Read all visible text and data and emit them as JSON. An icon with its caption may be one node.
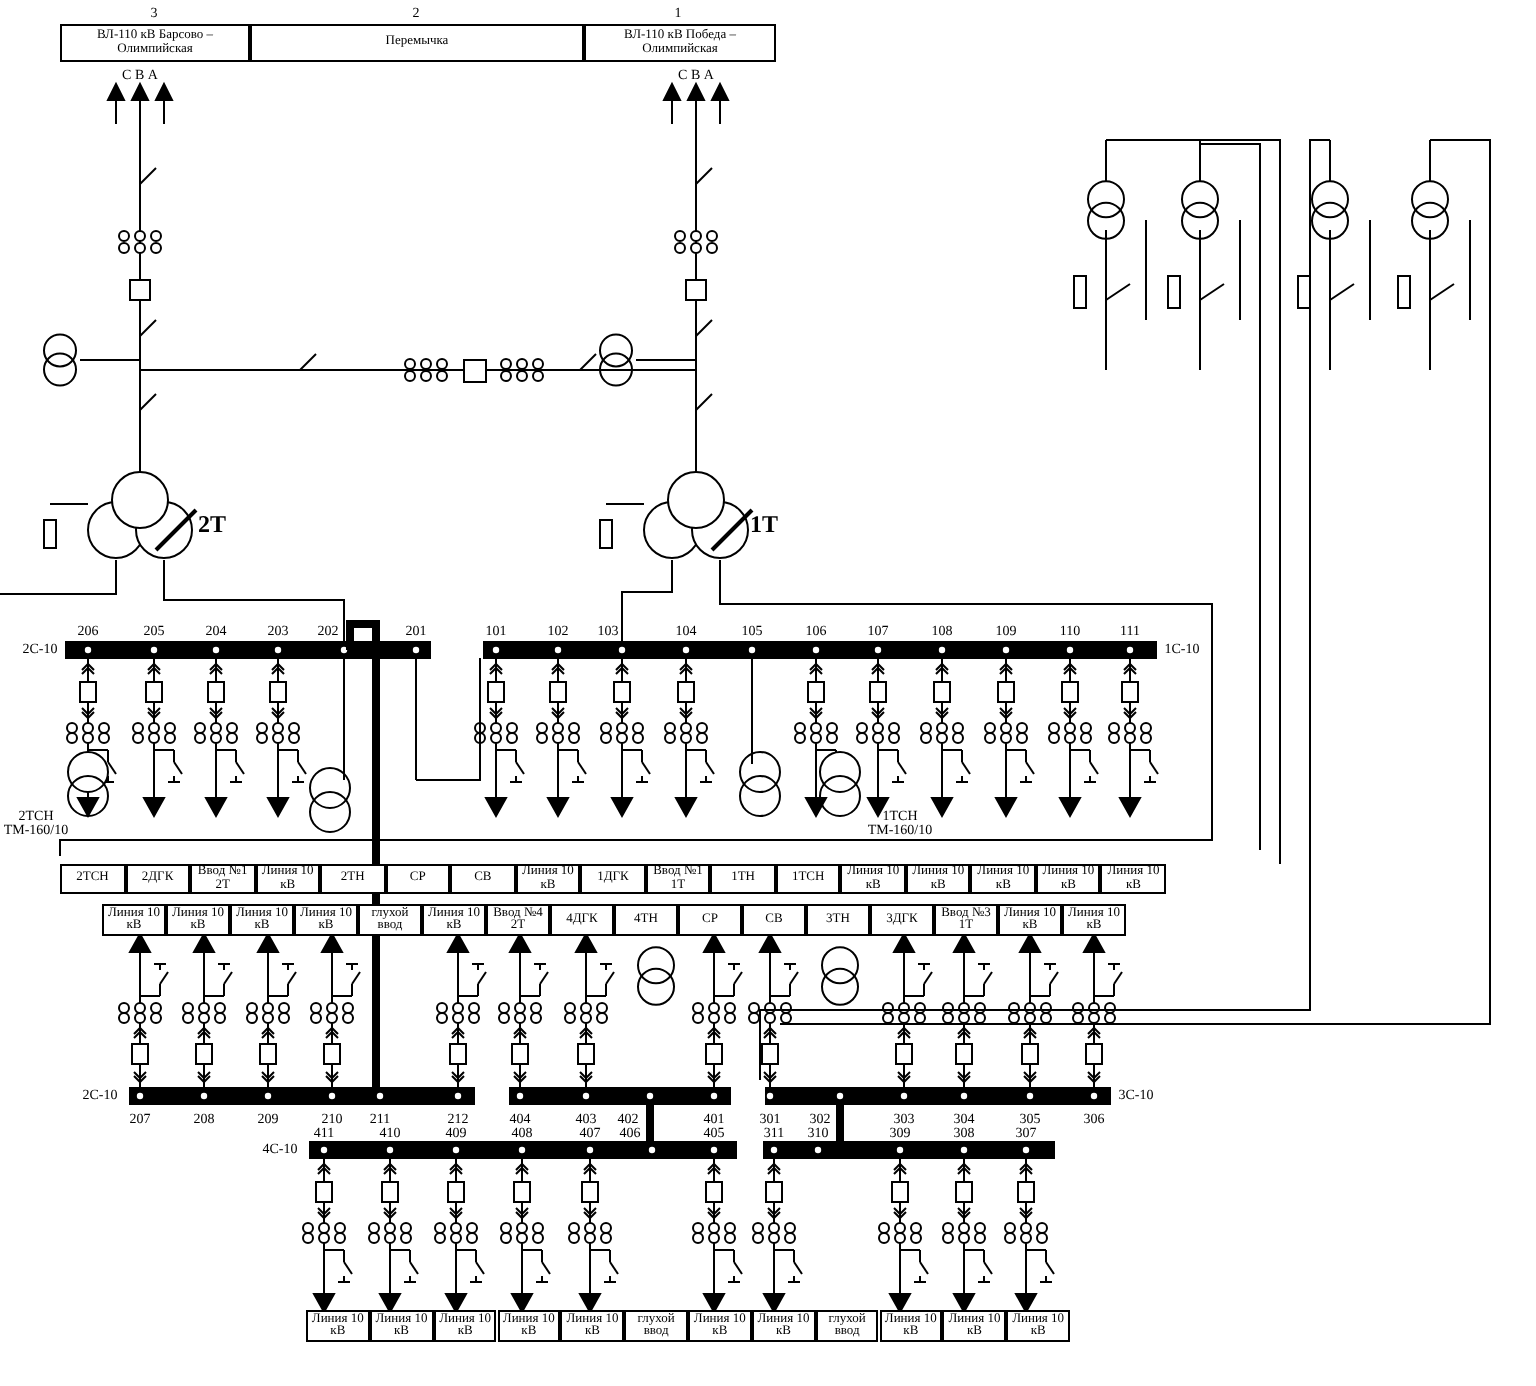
{
  "diagram": {
    "labels": [
      "3",
      "2",
      "1",
      "ВЛ-110 кВ Барсово – Олимпийская",
      "Перемычка",
      "ВЛ-110 кВ Победа – Олимпийская",
      "С В А",
      "С В А",
      "2Т",
      "1Т",
      "2С-10",
      "206",
      "205",
      "204",
      "203",
      "202",
      "201",
      "101",
      "102",
      "103",
      "104",
      "105",
      "106",
      "107",
      "108",
      "109",
      "110",
      "111",
      "1С-10",
      "2ТСН ТМ-160/10",
      "1ТСН ТМ-160/10",
      "2ТСН",
      "2ДГК",
      "Ввод №1 2Т",
      "Линия 10 кВ",
      "2ТН",
      "СР",
      "СВ",
      "Линия 10 кВ",
      "1ДГК",
      "Ввод №1 1Т",
      "1ТН",
      "1ТСН",
      "Линия 10 кВ",
      "Линия 10 кВ",
      "Линия 10 кВ",
      "Линия 10 кВ",
      "Линия 10 кВ",
      "Линия 10 кВ",
      "Линия 10 кВ",
      "Линия 10 кВ",
      "Линия 10 кВ",
      "глухой ввод",
      "Линия 10 кВ",
      "Ввод №4 2Т",
      "4ДГК",
      "4ТН",
      "СР",
      "СВ",
      "3ТН",
      "3ДГК",
      "Ввод №3 1Т",
      "Линия 10 кВ",
      "Линия 10 кВ",
      "2С-10",
      "207",
      "208",
      "209",
      "210",
      "211",
      "212",
      "404",
      "403",
      "402",
      "401",
      "301",
      "302",
      "303",
      "304",
      "305",
      "306",
      "3С-10",
      "4С-10",
      "411",
      "410",
      "409",
      "408",
      "407",
      "406",
      "405",
      "311",
      "310",
      "309",
      "308",
      "307",
      "Линия 10 кВ",
      "Линия 10 кВ",
      "Линия 10 кВ",
      "Линия 10 кВ",
      "Линия 10 кВ",
      "глухой ввод",
      "Линия 10 кВ",
      "Линия 10 кВ",
      "глухой ввод",
      "Линия 10 кВ",
      "Линия 10 кВ",
      "Линия 10 кВ"
    ]
  }
}
